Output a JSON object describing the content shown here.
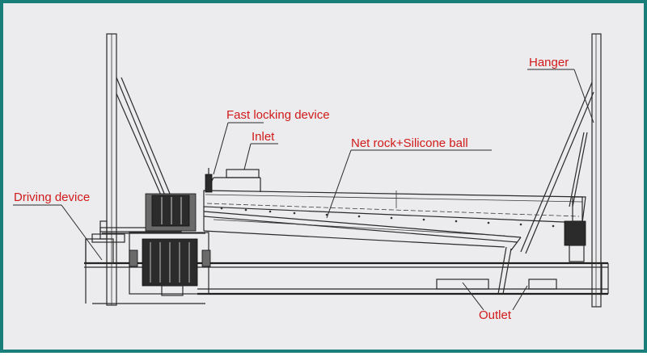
{
  "diagram": {
    "frame_color": "#1a7f7a",
    "background_color": "#ecebed",
    "label_color": "#d11a1a",
    "labels": {
      "hanger": "Hanger",
      "fast_locking_device": "Fast locking device",
      "inlet": "Inlet",
      "net_rock": "Net rock+Silicone ball",
      "driving_device": "Driving device",
      "outlet": "Outlet"
    }
  }
}
